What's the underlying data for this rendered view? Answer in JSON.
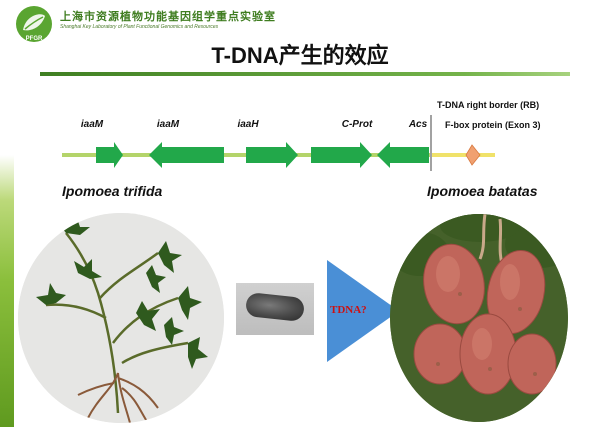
{
  "header": {
    "logo_text": "PFGR",
    "institute_cn": "上海市资源植物功能基因组学重点实验室",
    "institute_en": "Shanghai Key Laboratory of Plant Functional Genomics and Resources"
  },
  "title": "T-DNA产生的效应",
  "gene_map": {
    "genes": [
      {
        "label": "iaaM",
        "direction": "right"
      },
      {
        "label": "iaaM",
        "direction": "left"
      },
      {
        "label": "iaaH",
        "direction": "right"
      },
      {
        "label": "C-Prot",
        "direction": "right"
      },
      {
        "label": "Acs",
        "direction": "left"
      }
    ],
    "rb_label": "T-DNA right border (RB)",
    "fbox_label": "F-box protein  (Exon 3)"
  },
  "species": {
    "left": "Ipomoea trifida",
    "right": "Ipomoea batatas"
  },
  "transfer_label": "TDNA?",
  "colors": {
    "gene_arrow": "#22a84a",
    "backbone_left": "#b4d46a",
    "backbone_right": "#f0e26a",
    "fbox_marker": "#f0a070",
    "transfer_triangle": "#4a8fd6",
    "title_rule": "#3f7f22"
  },
  "icons": {
    "logo": "leaf-logo-icon",
    "bacterium": "bacterium-icon",
    "transfer": "triangle-arrow-icon"
  }
}
